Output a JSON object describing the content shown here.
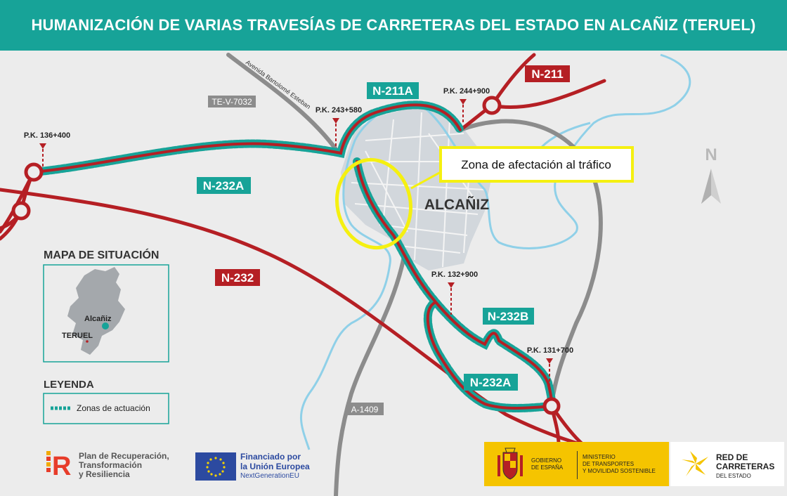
{
  "header": {
    "title": "HUMANIZACIÓN DE VARIAS TRAVESÍAS DE CARRETERAS DEL ESTADO EN ALCAÑIZ (TERUEL)"
  },
  "map": {
    "city": "ALCAÑIZ",
    "compass": "N",
    "street_label": "Avenida Bartolomé Esteban",
    "callout": "Zona de afectación al tráfico",
    "road_labels": {
      "n211": "N-211",
      "n211a": "N-211A",
      "tev7032": "TE-V-7032",
      "n232a_west": "N-232A",
      "n232": "N-232",
      "n232b": "N-232B",
      "n232a_south": "N-232A",
      "a1409": "A-1409"
    },
    "pk_markers": {
      "pk136": "P.K. 136+400",
      "pk243": "P.K. 243+580",
      "pk244": "P.K. 244+900",
      "pk132": "P.K. 132+900",
      "pk131": "P.K. 131+700"
    },
    "situation": {
      "title": "MAPA DE SITUACIÓN",
      "alcaniz": "Alcañiz",
      "teruel": "TERUEL"
    },
    "legend": {
      "title": "LEYENDA",
      "item": "Zonas de actuación"
    },
    "colors": {
      "road_red": "#b51f24",
      "teal": "#17a398",
      "river": "#8fd0e8",
      "highlight": "#f5f010"
    }
  },
  "footer": {
    "prtr": [
      "Plan de Recuperación,",
      "Transformación",
      "y Resiliencia"
    ],
    "eu": [
      "Financiado por",
      "la Unión Europea",
      "NextGenerationEU"
    ],
    "gobierno": [
      "GOBIERNO",
      "DE ESPAÑA"
    ],
    "ministerio": [
      "MINISTERIO",
      "DE TRANSPORTES",
      "Y MOVILIDAD SOSTENIBLE"
    ],
    "red": [
      "RED DE",
      "CARRETERAS",
      "DEL ESTADO"
    ]
  }
}
